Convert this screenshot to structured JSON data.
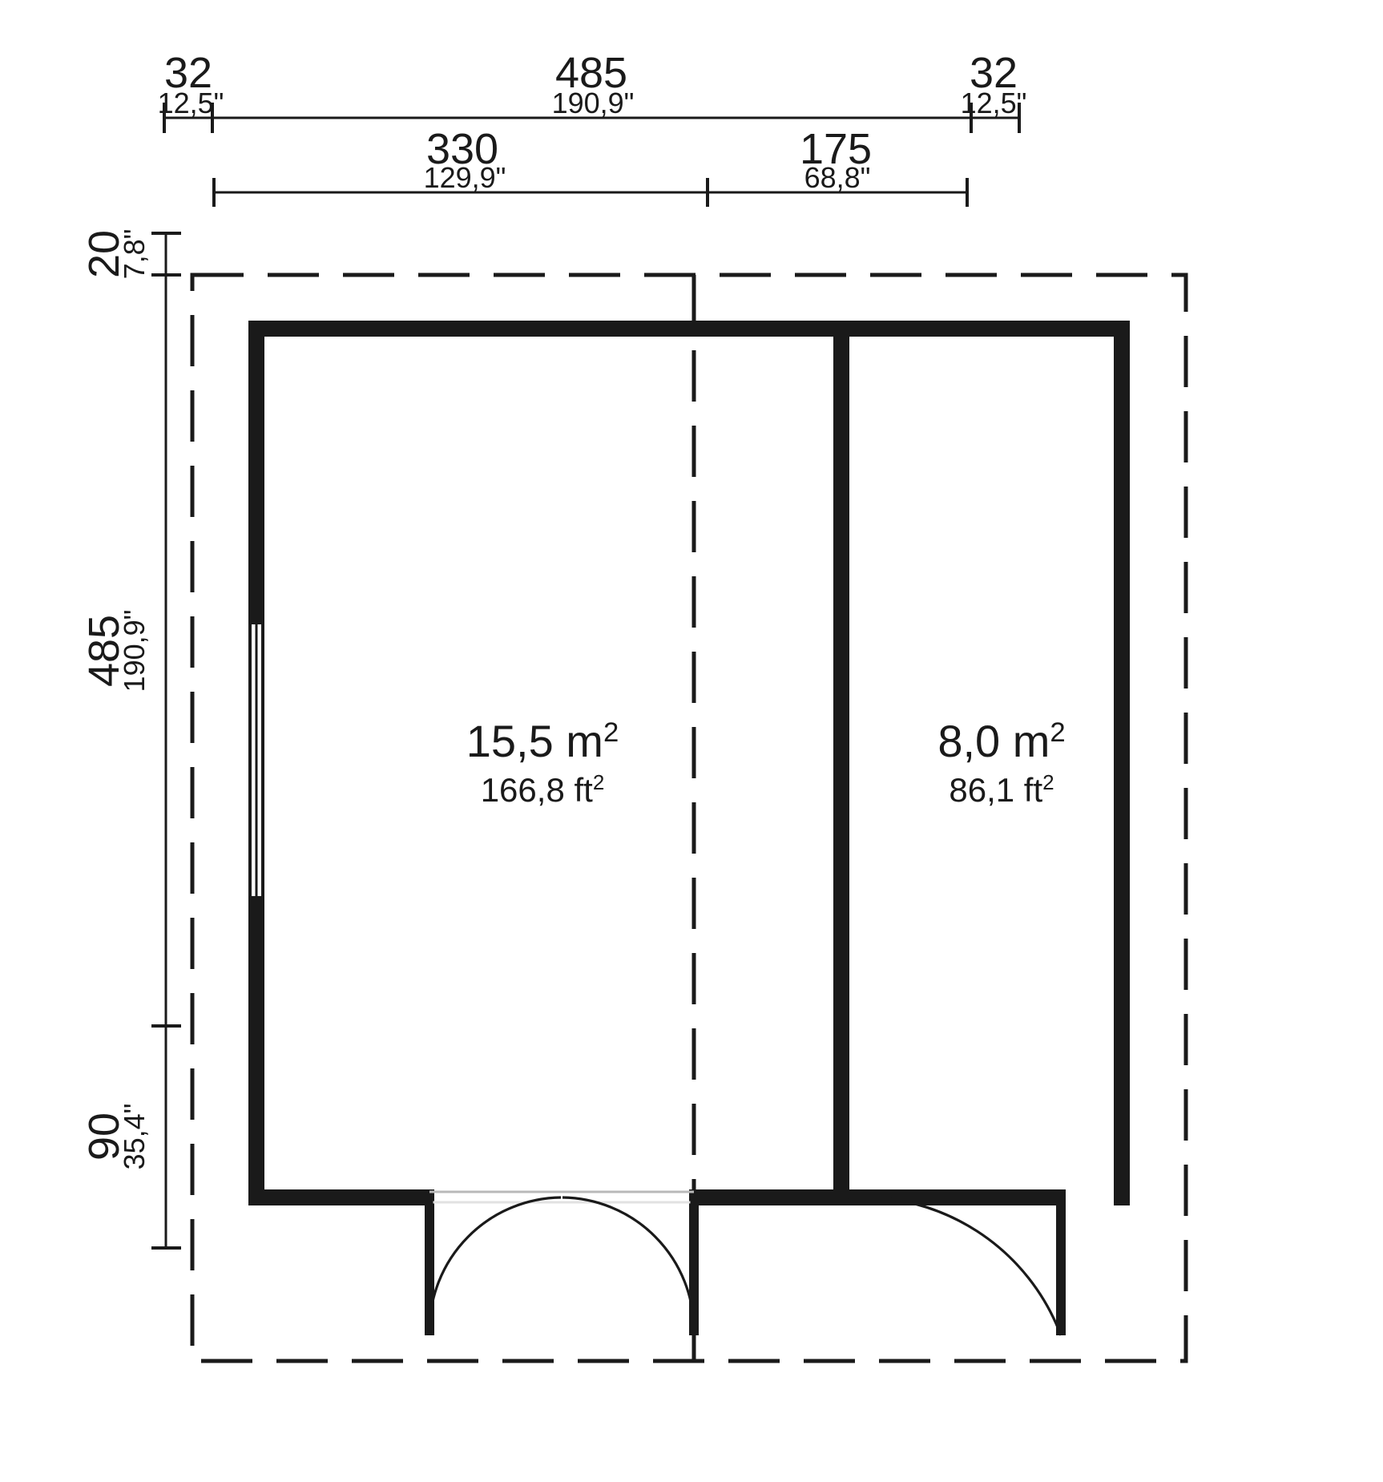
{
  "drawing": {
    "type": "floor-plan",
    "title": "Garden house floor plan",
    "units_primary": "cm",
    "units_secondary": "inch",
    "line_color": "#1a1a1a"
  },
  "dimensions": {
    "top": [
      {
        "id": "top-left-overhang",
        "metric": "32",
        "imperial": "12,5\""
      },
      {
        "id": "top-overall",
        "metric": "485",
        "imperial": "190,9\""
      },
      {
        "id": "top-right-overhang",
        "metric": "32",
        "imperial": "12,5\""
      },
      {
        "id": "top-room-left",
        "metric": "330",
        "imperial": "129,9\""
      },
      {
        "id": "top-room-right",
        "metric": "175",
        "imperial": "68,8\""
      }
    ],
    "left": [
      {
        "id": "left-top-overhang",
        "metric": "20",
        "imperial": "7,8\""
      },
      {
        "id": "left-overall",
        "metric": "485",
        "imperial": "190,9\""
      },
      {
        "id": "left-terrace",
        "metric": "90",
        "imperial": "35,4\""
      }
    ]
  },
  "rooms": [
    {
      "id": "room-main",
      "area_metric": "15,5 m",
      "area_metric_sup": "2",
      "area_imperial": "166,8 ft",
      "area_imperial_sup": "2"
    },
    {
      "id": "room-side",
      "area_metric": "8,0 m",
      "area_metric_sup": "2",
      "area_imperial": "86,1 ft",
      "area_imperial_sup": "2"
    }
  ],
  "openings": [
    {
      "id": "window-left-wall",
      "kind": "window",
      "wall": "left"
    },
    {
      "id": "door-double-front",
      "kind": "double-door",
      "wall": "front-left"
    },
    {
      "id": "door-single-side",
      "kind": "single-door",
      "wall": "front-right"
    }
  ]
}
